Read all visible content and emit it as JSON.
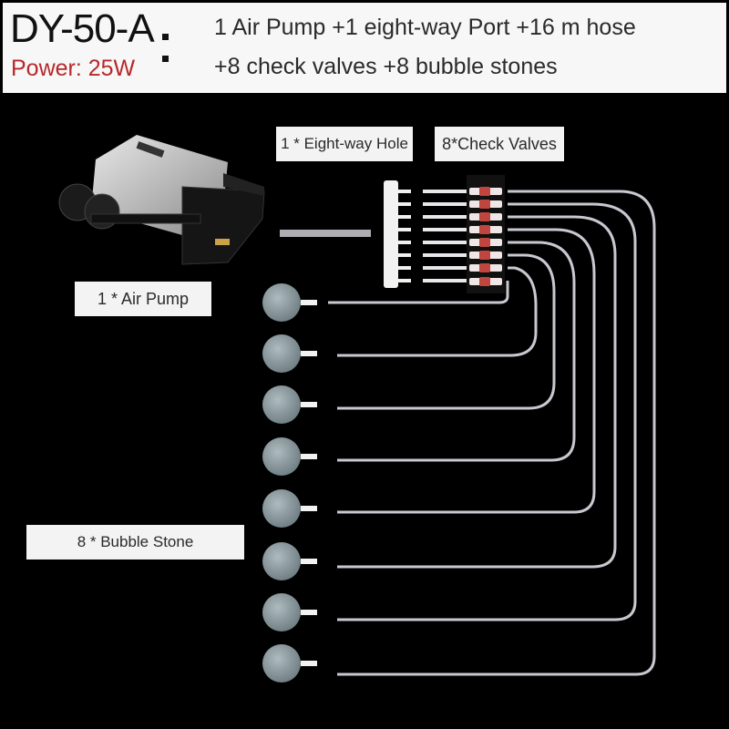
{
  "header": {
    "model": "DY-50-A",
    "power": "Power: 25W",
    "contents_line1": "1 Air Pump +1 eight-way Port +16 m hose",
    "contents_line2": "+8 check valves +8 bubble stones"
  },
  "labels": {
    "eight_way": "1 * Eight-way Hole",
    "check_valves": "8*Check Valves",
    "air_pump": "1 * Air Pump",
    "bubble_stone": "8 * Bubble Stone"
  },
  "colors": {
    "background": "#000000",
    "header_bg": "#f7f7f7",
    "power_text": "#b8282b",
    "valve_red": "#c0453f",
    "stone_gray": "#8e9ea3",
    "hose": "#c8c8d0"
  },
  "components": {
    "bubble_stone_count": 8,
    "check_valve_count": 8,
    "manifold_ports": 8
  }
}
